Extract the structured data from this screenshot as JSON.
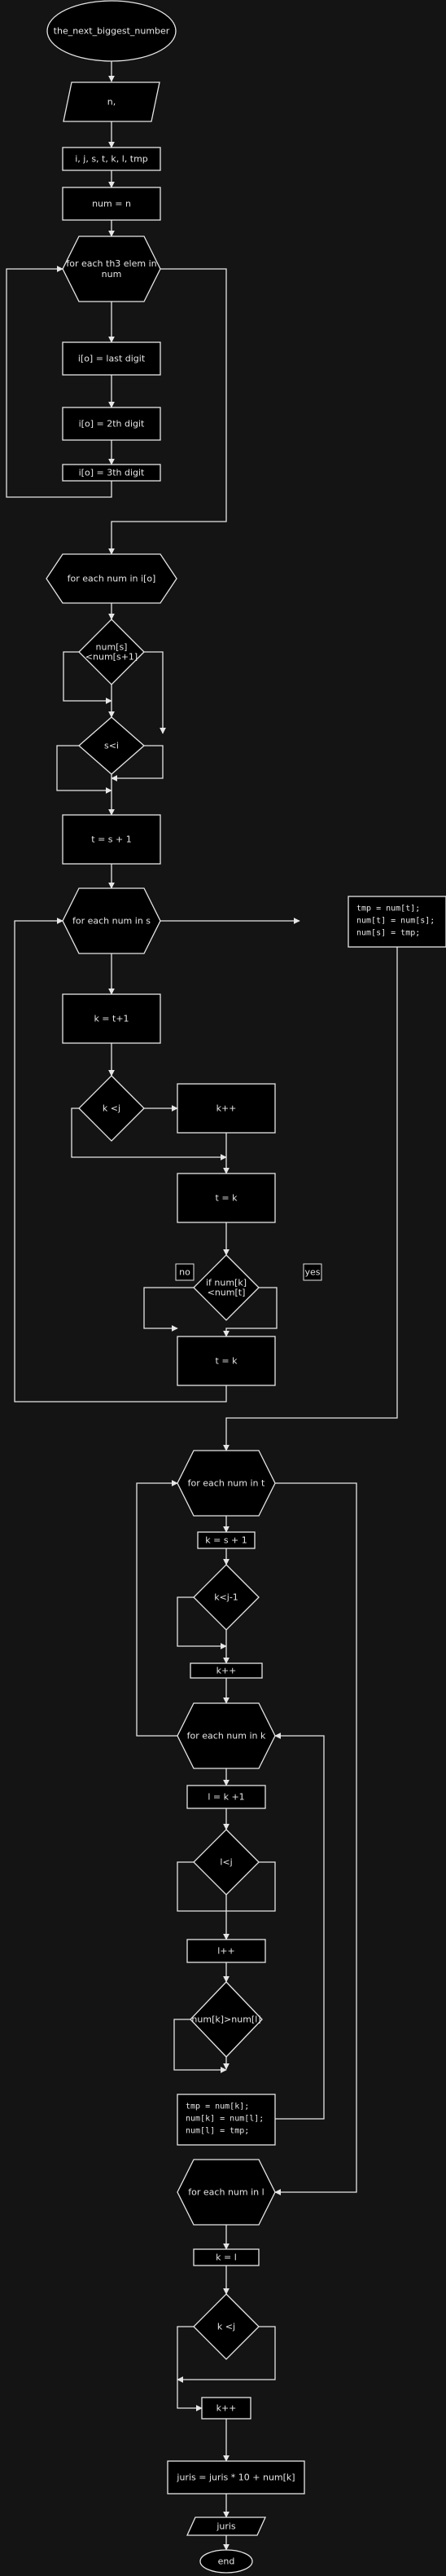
{
  "nodes": {
    "start": "the_next_biggest_number",
    "input_n": "n,",
    "declare": "i, j, s, t, k, l, tmp",
    "assign_num": "num = n",
    "loop_elem": [
      "for each th3 elem in",
      "num"
    ],
    "digit1": "i[o] = last digit",
    "digit2": "i[o] = 2th digit",
    "digit3": "i[o] = 3th digit",
    "loop_io": "for each num in i[o]",
    "cmp_num": [
      "num[s]",
      "<num[s+1]"
    ],
    "cmp_si": "s<i",
    "t_assign": "t = s + 1",
    "loop_s": "for each num in s",
    "swap1": [
      "tmp = num[t];",
      "num[t] = num[s];",
      "num[s] = tmp;"
    ],
    "k_assign1": "k = t+1",
    "cmp_kj": "k <j",
    "k_inc1": "k++",
    "t_eq_k1": "t = k",
    "cmp_numk": [
      "if num[k]",
      "<num[t]"
    ],
    "label_no": "no",
    "label_yes": "yes",
    "t_eq_k2": "t = k",
    "loop_t": "for each num in t",
    "k_assign2": "k = s + 1",
    "cmp_kj1": "k<j-1",
    "k_inc2": "k++",
    "loop_k": "for each num in k",
    "l_assign": "l = k +1",
    "cmp_lj": "l<j",
    "l_inc": "l++",
    "cmp_numkl": "num[k]>num[l]",
    "swap2": [
      "tmp = num[k];",
      "num[k] = num[l];",
      "num[l] = tmp;"
    ],
    "loop_l": "for each num in l",
    "k_eq_l": "k = l",
    "cmp_kj2": "k <j",
    "k_inc3": "k++",
    "juris_calc": "juris = juris * 10 + num[k]",
    "output": "juris",
    "end": "end"
  }
}
